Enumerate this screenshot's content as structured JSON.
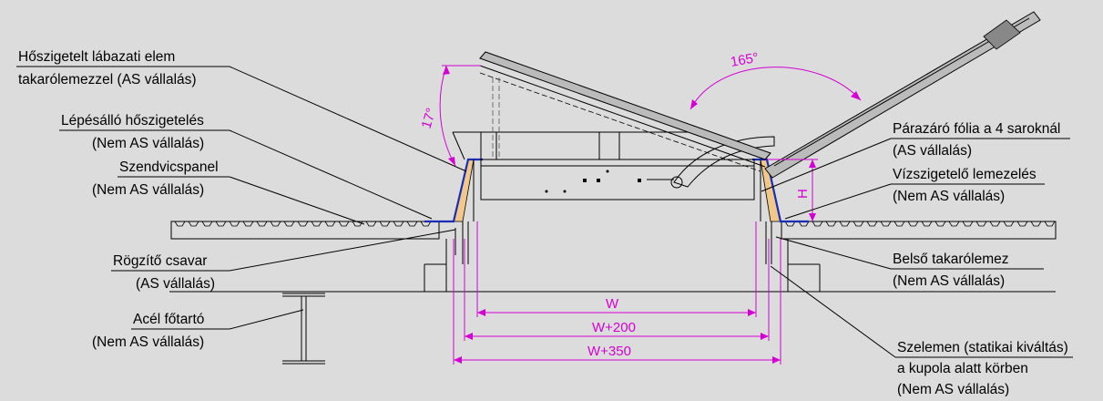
{
  "labels": {
    "hoszigetelt_1": "Hőszigetelt lábazati elem",
    "hoszigetelt_2": "takarólemezzel (AS vállalás)",
    "lepesallo_1": "Lépésálló hőszigetelés",
    "lepesallo_2": "(Nem AS vállalás)",
    "szendvics_1": "Szendvicspanel",
    "szendvics_2": "(Nem AS vállalás)",
    "rogzito_1": "Rögzítő csavar",
    "rogzito_2": "(AS vállalás)",
    "acel_1": "Acél főtartó",
    "acel_2": "(Nem AS vállalás)",
    "parazaro_1": "Párazáró fólia a 4 saroknál",
    "parazaro_2": "(AS vállalás)",
    "vizszig_1": "Vízszigetelő lemezelés",
    "vizszig_2": "(Nem AS vállalás)",
    "belso_1": "Belső takarólemez",
    "belso_2": "(Nem AS vállalás)",
    "szelemen_1": "Szelemen (statikai kiváltás)",
    "szelemen_2": "a kupola alatt körben",
    "szelemen_3": "(Nem AS vállalás)"
  },
  "dimensions": {
    "angle_open": "165°",
    "angle_vent": "17°",
    "height": "H",
    "w": "W",
    "w200": "W+200",
    "w350": "W+350"
  },
  "colors": {
    "background": "#dcdcdc",
    "dimension": "#d400d4",
    "insulation_fill": "#f2c88a",
    "cover_sheet": "#1a2db4"
  }
}
